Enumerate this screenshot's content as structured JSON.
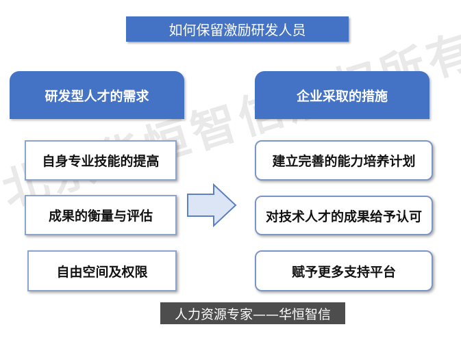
{
  "watermark": "北京华恒智信版权所有",
  "title": "如何保留激励研发人员",
  "left": {
    "header": "研发型人才的需求",
    "items": [
      "自身专业技能的提高",
      "成果的衡量与评估",
      "自由空间及权限"
    ]
  },
  "right": {
    "header": "企业采取的措施",
    "items": [
      "建立完善的能力培养计划",
      "对技术人才的成果给予认可",
      "赋予更多支持平台"
    ]
  },
  "footer": "人力资源专家——华恒智信",
  "colors": {
    "accent": "#4472c4",
    "box_border": "#7a96c8",
    "footer": "#4d4d4d",
    "arrow_fill": "#dbe5f5"
  }
}
